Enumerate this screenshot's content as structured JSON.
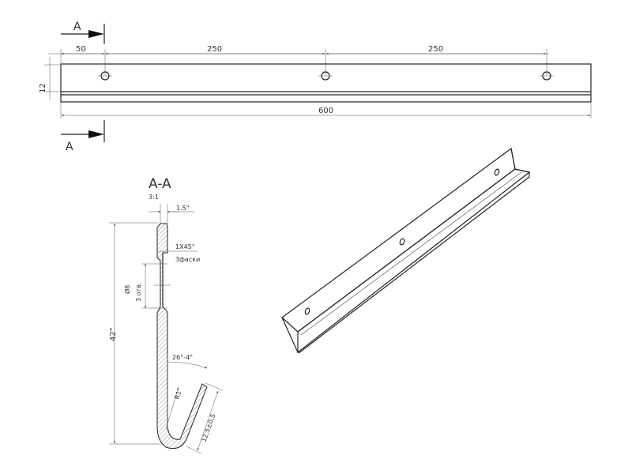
{
  "top_view": {
    "section_mark_top": "A",
    "section_mark_bottom": "A",
    "dim_first_hole": "50",
    "dim_spacing_1": "250",
    "dim_spacing_2": "250",
    "dim_height": "12",
    "dim_total_length": "600"
  },
  "section_view": {
    "title": "A-A",
    "scale": "3:1",
    "dim_thickness": "1.5\"",
    "chamfer_label": "1X45°",
    "chamfer_note": "3фаски",
    "hole_diameter": "Ø8",
    "hole_count": "3 отв.",
    "dim_height": "42\"",
    "bend_angle": "26°-4°",
    "bend_radius": "R1\"",
    "lip_length": "12,5±0,5"
  },
  "iso_view": {
    "hole_count": 3
  },
  "colors": {
    "line": "#222222",
    "background": "#ffffff"
  }
}
